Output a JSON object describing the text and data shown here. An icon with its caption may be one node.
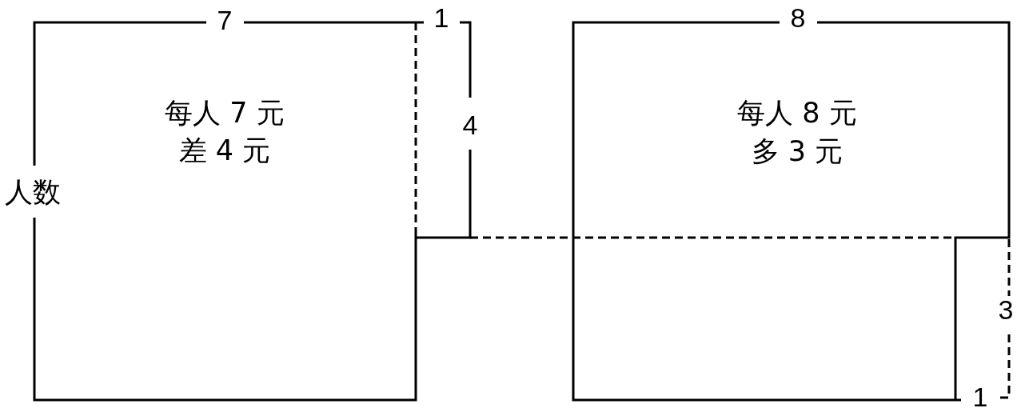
{
  "diagram": {
    "nodes": [
      {
        "text": [
          "每人 7 元",
          "差 4 元"
        ]
      },
      {
        "text": [
          "每人 8 元",
          "多 3 元"
        ]
      }
    ],
    "edges": [
      {
        "from": 0,
        "to": 1,
        "arrow": "none",
        "style": "dashed"
      }
    ],
    "labels": [
      "7",
      "1",
      "8",
      "4",
      "人数",
      "3",
      "1"
    ]
  }
}
